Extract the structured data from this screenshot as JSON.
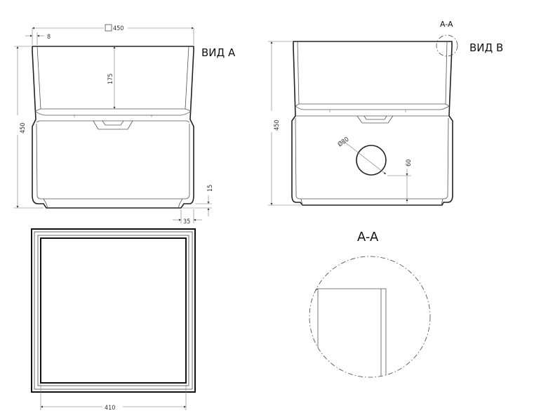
{
  "views": {
    "front": {
      "title": "ВИД А"
    },
    "side": {
      "title": "ВИД В",
      "section_ref": "A-A"
    },
    "detail": {
      "title": "A-A"
    }
  },
  "dimensions": {
    "overall_width": "450",
    "wall_thickness": "8",
    "inner_depth": "175",
    "overall_height_front": "450",
    "foot_height": "15",
    "foot_width": "35",
    "overall_height_side": "450",
    "drain_diameter": "Ø80",
    "drain_height": "60",
    "inner_width_top": "410"
  }
}
